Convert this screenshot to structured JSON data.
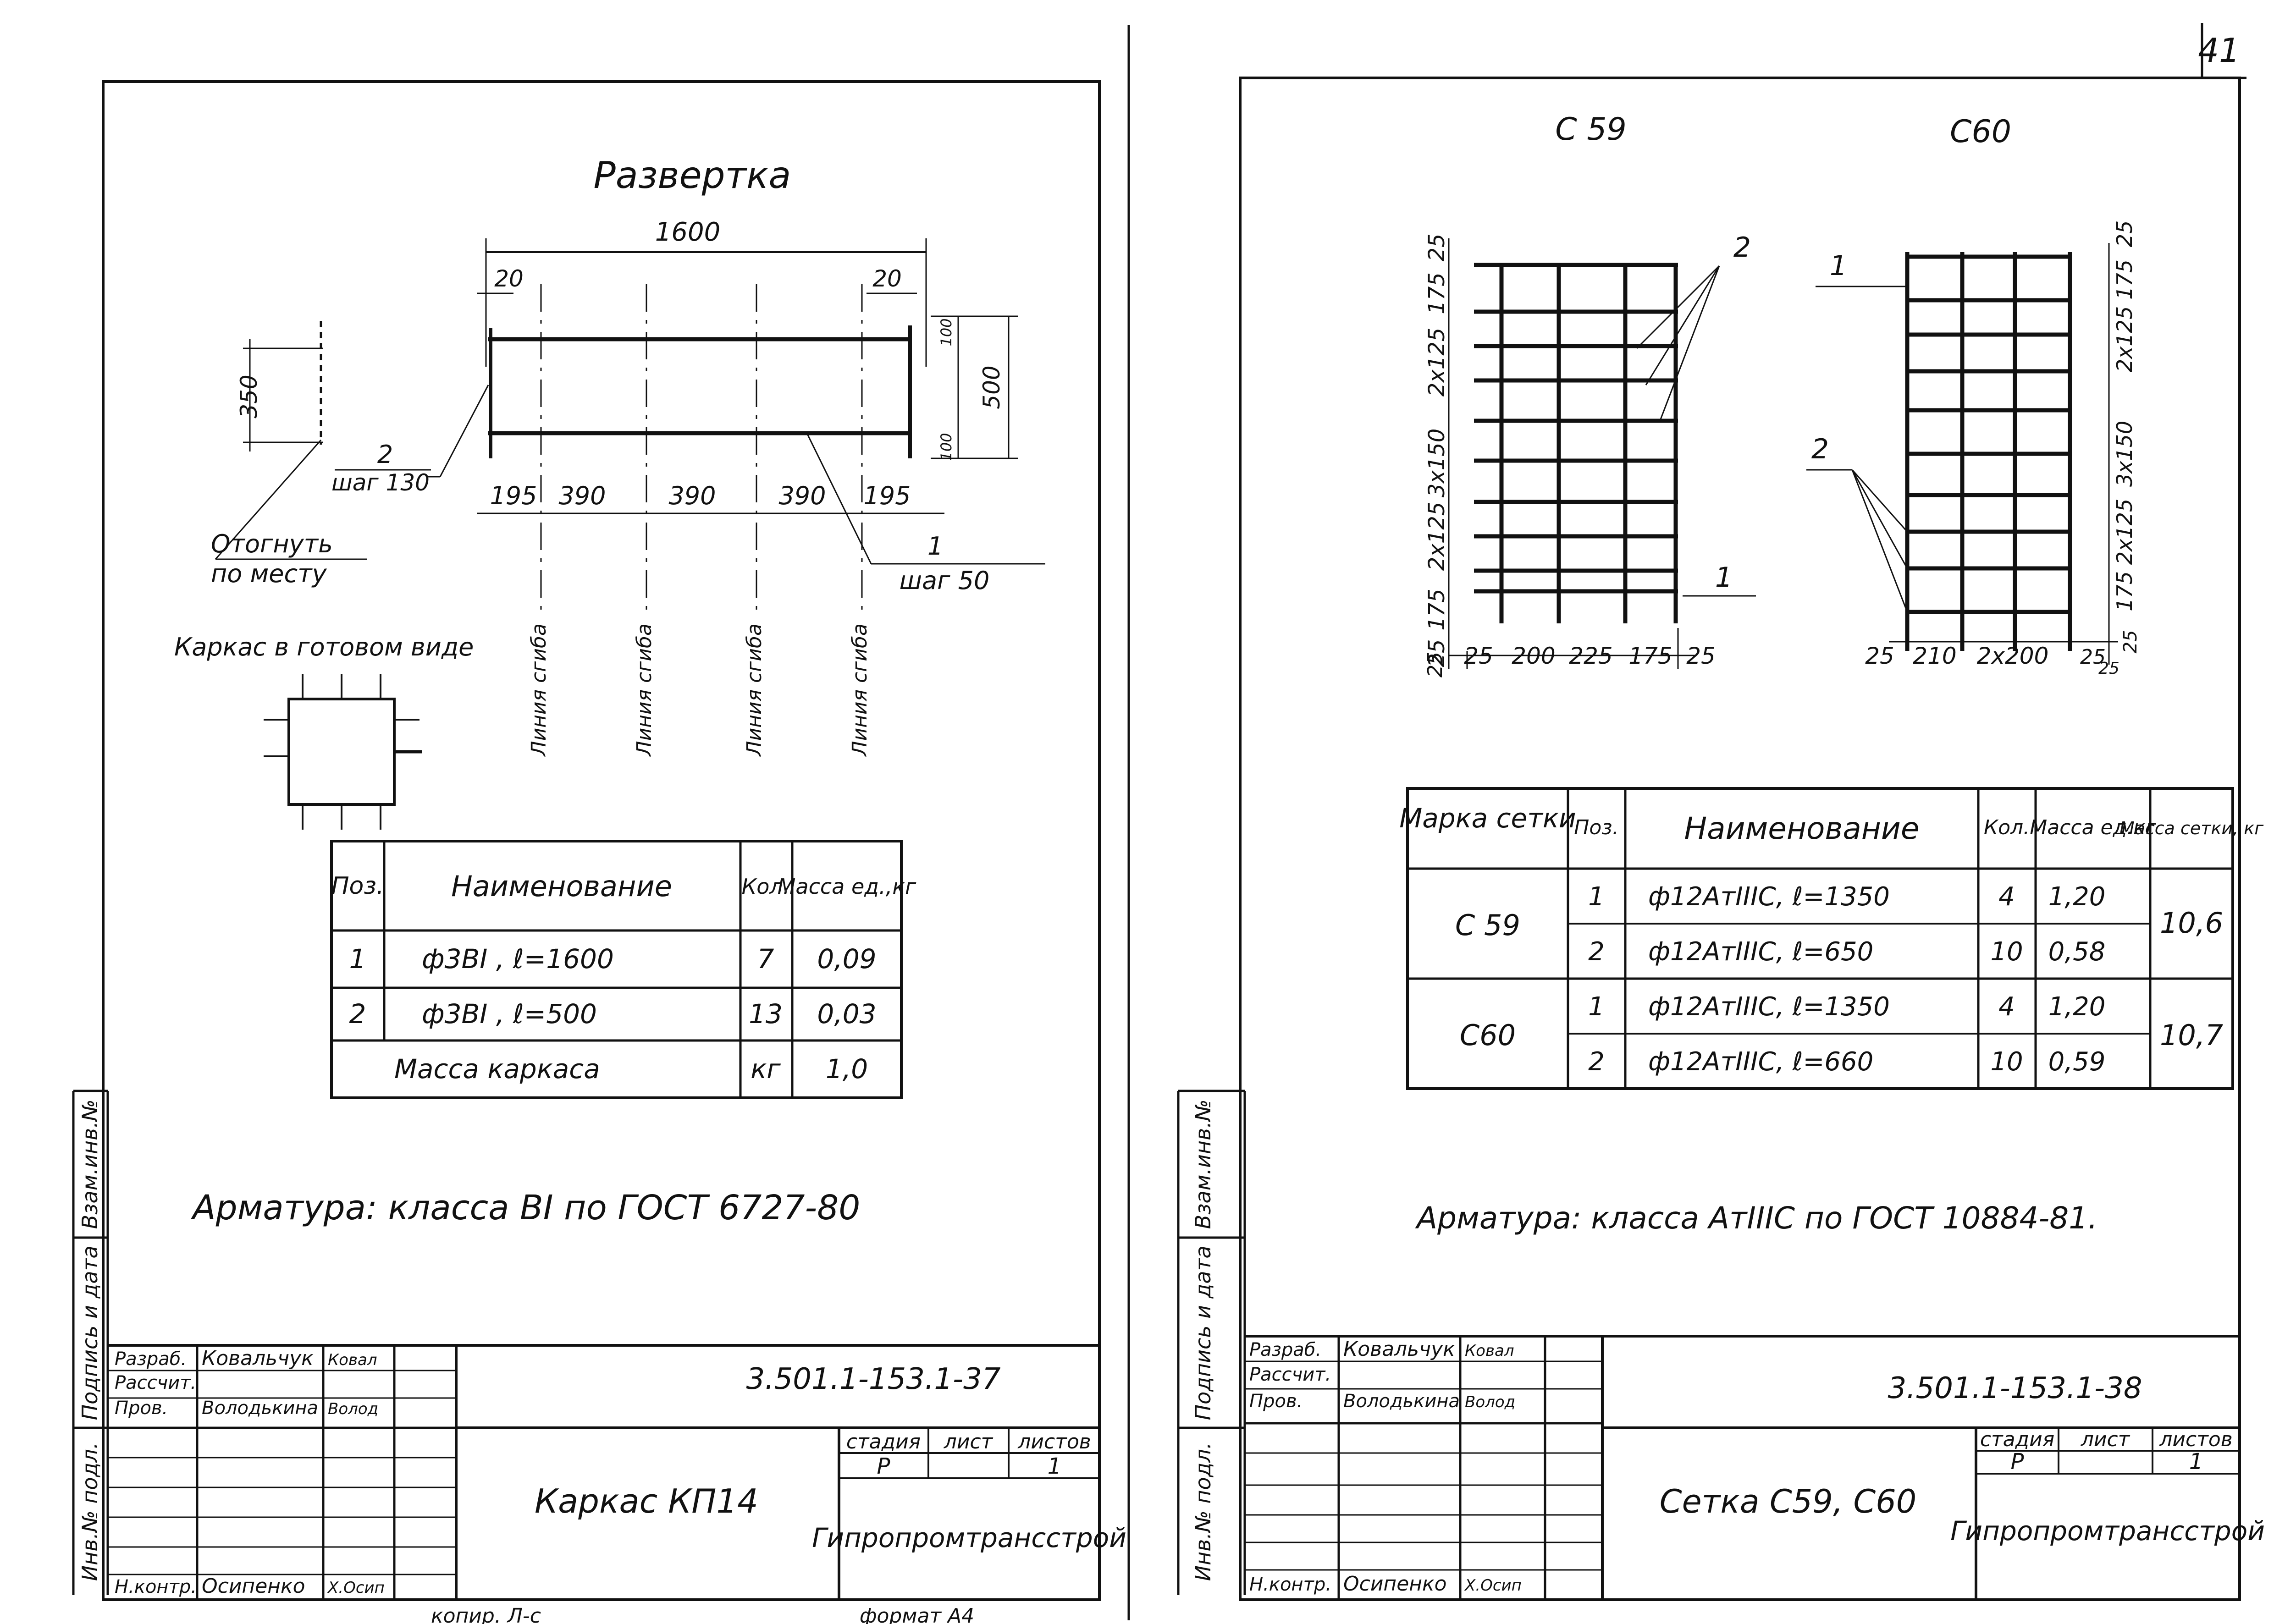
{
  "page_number": "41",
  "left_sheet": {
    "unfold_title": "Развертка",
    "dims": {
      "overall_length": "1600",
      "end_offset_left": "20",
      "end_offset_right": "20",
      "spacing_195_left": "195",
      "spacing_390_1": "390",
      "spacing_390_2": "390",
      "spacing_390_3": "390",
      "spacing_195_right": "195",
      "height_500": "500",
      "edge_100_top": "100",
      "edge_100_bottom": "100",
      "side_350": "350"
    },
    "callout_2": {
      "num": "2",
      "note": "шаг 130"
    },
    "callout_1": {
      "num": "1",
      "note": "шаг 50"
    },
    "bend_note_1": "Отогнуть",
    "bend_note_2": "по месту",
    "bend_lines": [
      "Линия сгиба",
      "Линия сгиба",
      "Линия сгиба",
      "Линия сгиба"
    ],
    "finished_caption": "Каркас в готовом виде",
    "table": {
      "headers": [
        "Поз.",
        "Наименование",
        "Кол.",
        "Масса ед.,кг"
      ],
      "rows": [
        [
          "1",
          "ф3ВI , ℓ=1600",
          "7",
          "0,09"
        ],
        [
          "2",
          "ф3ВI , ℓ=500",
          "13",
          "0,03"
        ]
      ],
      "total_label": "Масса каркаса",
      "total_unit": "кг",
      "total_value": "1,0"
    },
    "rebar_note": "Арматура: класса ВI по ГОСТ 6727-80",
    "stamp": {
      "roles": [
        "Разраб.",
        "Рассчит.",
        "Пров.",
        "Н.контр."
      ],
      "names": [
        "Ковальчук",
        "",
        "Володькина",
        "Осипенко"
      ],
      "signatures": [
        "Ковал",
        "",
        "Волод",
        "Х.Осип"
      ],
      "code": "3.501.1-153.1-37",
      "title": "Каркас КП14",
      "stage_label": "стадия",
      "sheet_label": "лист",
      "sheets_label": "листов",
      "stage": "Р",
      "sheets": "1",
      "org": "Гипропромтрансстрой"
    },
    "footer_copy": "копир. Л-с",
    "footer_format": "формат А4"
  },
  "right_sheet": {
    "mark_c59": "С 59",
    "mark_c60": "С60",
    "c59_dims": {
      "side": [
        "25",
        "175",
        "2x125",
        "3x150",
        "2x125",
        "175",
        "25"
      ],
      "bottom": [
        "25",
        "200",
        "225",
        "175",
        "25"
      ],
      "bottom_edge": "25"
    },
    "c60_dims": {
      "side": [
        "25",
        "175",
        "2x125",
        "3x150",
        "2x125",
        "175",
        "25"
      ],
      "bottom": [
        "25",
        "210",
        "2x200",
        "25",
        "25"
      ]
    },
    "c59_labels": {
      "top": "2",
      "bottom": "1"
    },
    "c60_labels": {
      "top": "1",
      "bottom": "2"
    },
    "table": {
      "headers": [
        "Марка сетки",
        "Поз.",
        "Наименование",
        "Кол.",
        "Масса ед.кг",
        "Масса сетки, кг"
      ],
      "groups": [
        {
          "mark": "С 59",
          "total": "10,6",
          "rows": [
            [
              "1",
              "ф12АтIIIС, ℓ=1350",
              "4",
              "1,20"
            ],
            [
              "2",
              "ф12АтIIIС, ℓ=650",
              "10",
              "0,58"
            ]
          ]
        },
        {
          "mark": "С60",
          "total": "10,7",
          "rows": [
            [
              "1",
              "ф12АтIIIС, ℓ=1350",
              "4",
              "1,20"
            ],
            [
              "2",
              "ф12АтIIIС, ℓ=660",
              "10",
              "0,59"
            ]
          ]
        }
      ]
    },
    "rebar_note": "Арматура: класса АтIIIС по ГОСТ 10884-81.",
    "stamp": {
      "roles": [
        "Разраб.",
        "Рассчит.",
        "Пров.",
        "Н.контр."
      ],
      "names": [
        "Ковальчук",
        "",
        "Володькина",
        "Осипенко"
      ],
      "signatures": [
        "Ковал",
        "",
        "Волод",
        "Х.Осип"
      ],
      "code": "3.501.1-153.1-38",
      "title": "Сетка С59, С60",
      "stage_label": "стадия",
      "sheet_label": "лист",
      "sheets_label": "листов",
      "stage": "Р",
      "sheets": "1",
      "org": "Гипропромтрансстрой"
    }
  },
  "side_labels": [
    "Взам.инв.№",
    "Подпись и дата",
    "Инв.№ подл."
  ]
}
